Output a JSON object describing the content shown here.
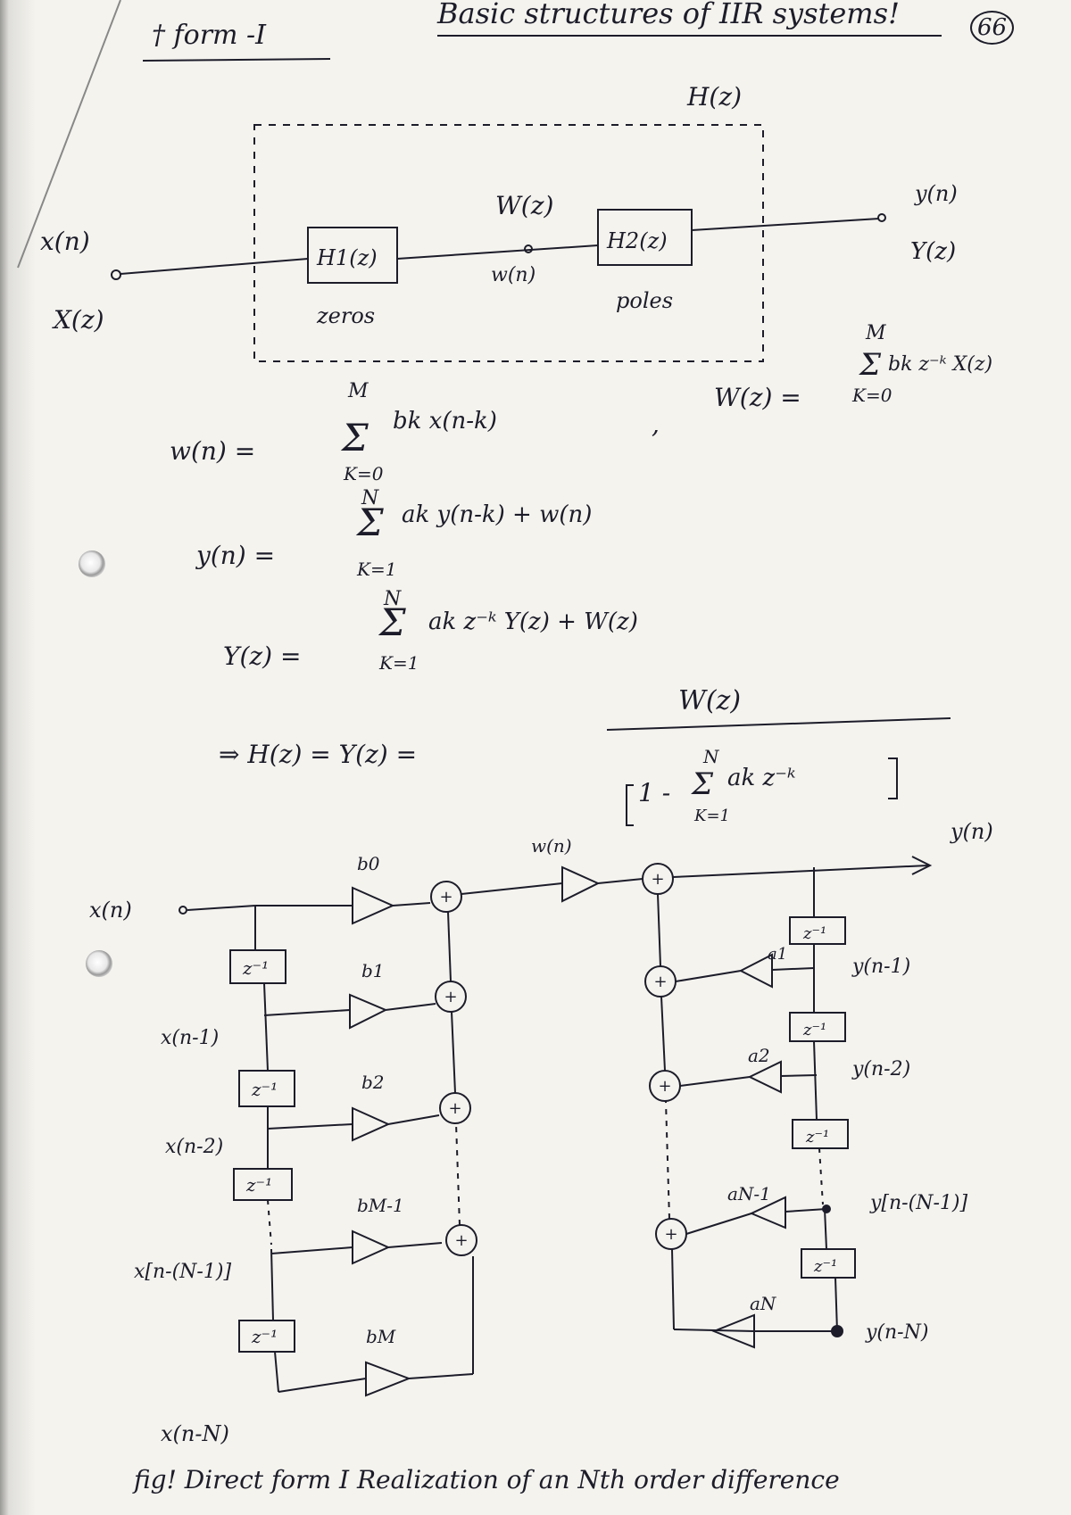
{
  "header": {
    "form_label": "† form -I",
    "title": "Basic structures of IIR systems!",
    "page_number": "66"
  },
  "block": {
    "H_label": "H(z)",
    "input_x": "x(n)",
    "input_X": "X(z)",
    "H1": "H1(z)",
    "H2": "H2(z)",
    "zeros": "zeros",
    "poles": "poles",
    "W_z": "W(z)",
    "w_n": "w(n)",
    "out_y": "y(n)",
    "out_Y": "Y(z)"
  },
  "equations": {
    "eq1_lhs": "w(n) =",
    "eq1_body": "bk x(n-k)",
    "eq1_upper": "M",
    "eq1_lower": "K=0",
    "eq1_comma": ",",
    "eq1b_lhs": "W(z) =",
    "eq1b_body": "bk z⁻ᵏ X(z)",
    "eq1b_upper": "M",
    "eq1b_lower": "K=0",
    "eq2_lhs": "y(n) =",
    "eq2_body": "ak y(n-k) + w(n)",
    "eq2_upper": "N",
    "eq2_lower": "K=1",
    "eq3_lhs": "Y(z) =",
    "eq3_body": "ak z⁻ᵏ Y(z) + W(z)",
    "eq3_upper": "N",
    "eq3_lower": "K=1",
    "eq4_lhs": "⇒  H(z) = Y(z) =",
    "eq4_num": "W(z)",
    "eq4_den_a": "1 -",
    "eq4_den_b": "ak z⁻ᵏ",
    "eq4_den_upper": "N",
    "eq4_den_lower": "K=1"
  },
  "realization": {
    "x_n": "x(n)",
    "x_n1": "x(n-1)",
    "x_n2": "x(n-2)",
    "x_nN1": "x[n-(N-1)]",
    "x_nN": "x(n-N)",
    "delay": "z⁻¹",
    "b0": "b0",
    "b1": "b1",
    "b2": "b2",
    "bM1": "bM-1",
    "bM": "bM",
    "w_n": "w(n)",
    "y_n": "y(n)",
    "y_n1": "y(n-1)",
    "y_n2": "y(n-2)",
    "y_nN1": "y[n-(N-1)]",
    "y_nN": "y(n-N)",
    "a1": "a1",
    "a2": "a2",
    "aN1": "aN-1",
    "aN": "aN",
    "plus": "+"
  },
  "caption": "fig! Direct form I Realization of an Nth order difference",
  "colors": {
    "ink": "#1c1c2a",
    "paper": "#f4f3ee"
  }
}
